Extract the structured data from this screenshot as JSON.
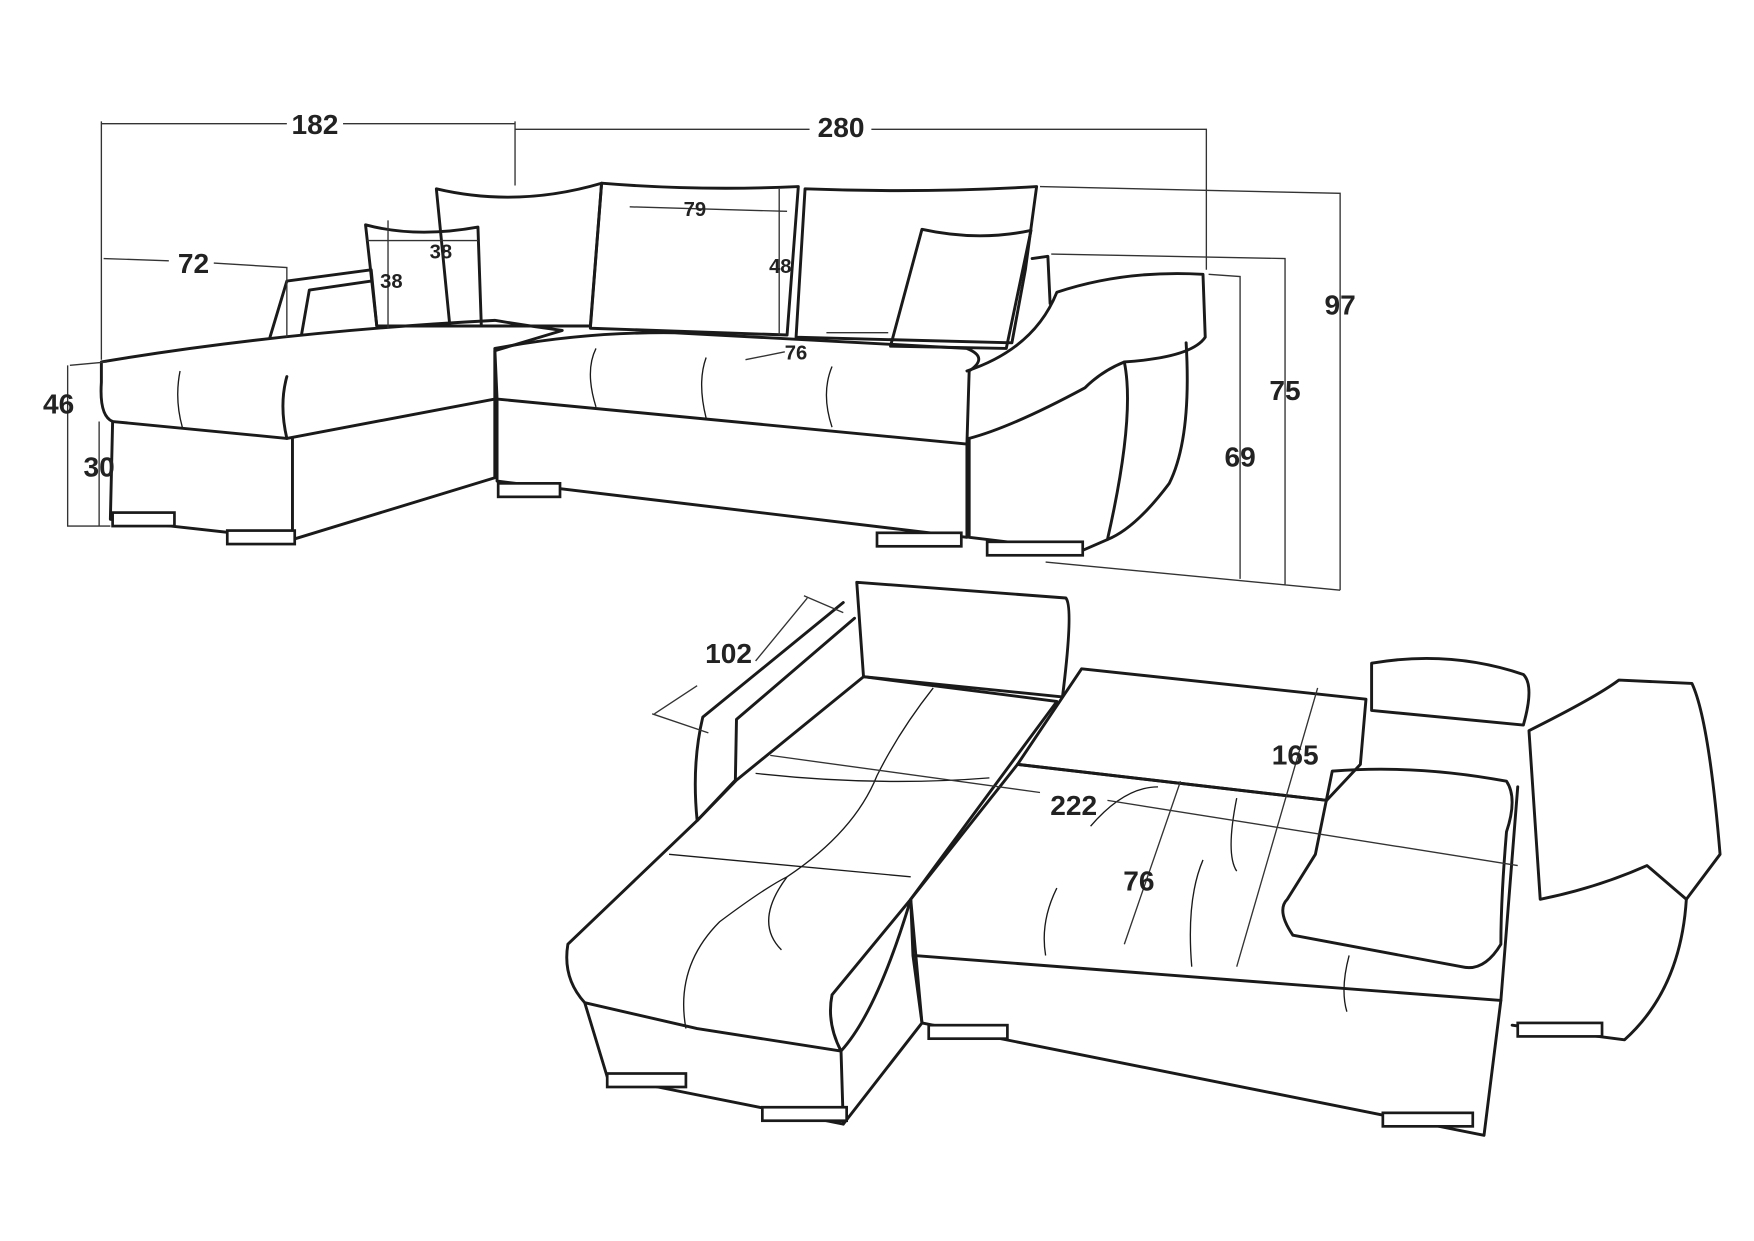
{
  "diagram": {
    "title": "Corner sofa dimensions",
    "top_view": {
      "total_left_width": "182",
      "total_main_width": "280",
      "chaise_depth": "72",
      "cushion_width": "38",
      "cushion_height": "38",
      "back_cushion_width": "79",
      "back_cushion_height": "48",
      "seat_depth": "76",
      "seat_height": "46",
      "base_height": "30",
      "armrest_height": "69",
      "back_height": "75",
      "total_height": "97"
    },
    "bed_view": {
      "chaise_width": "102",
      "bed_length": "165",
      "bed_width": "222",
      "seat_depth": "76"
    }
  }
}
